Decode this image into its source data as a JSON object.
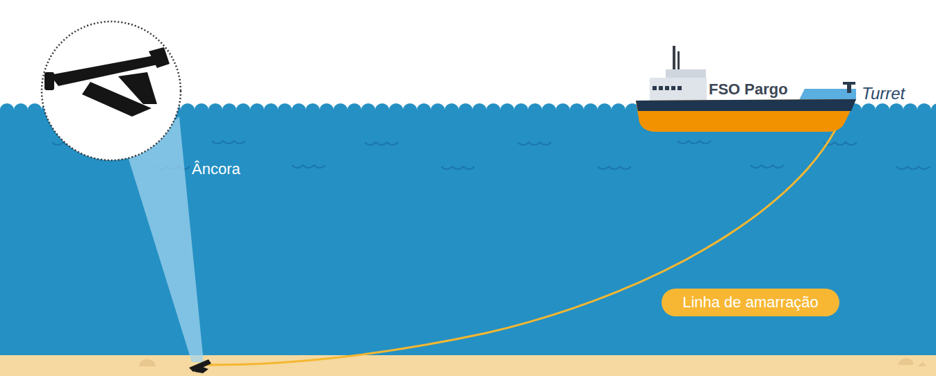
{
  "diagram": {
    "nodes": [
      {
        "text": [
          "Linha de amarração"
        ]
      }
    ],
    "labels": [
      "FSO Pargo",
      "Turret",
      "Âncora"
    ]
  }
}
